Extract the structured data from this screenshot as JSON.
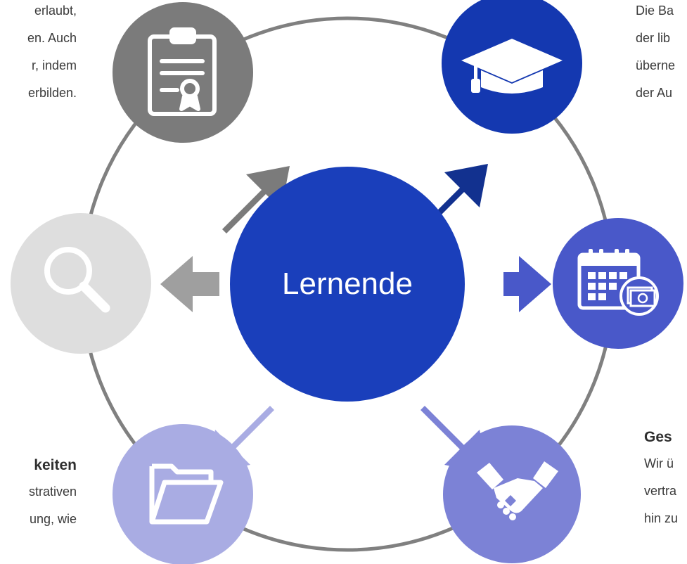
{
  "center": {
    "label": "Lernende",
    "color": "#1a3fbb"
  },
  "ring_color": "#808080",
  "nodes": [
    {
      "id": "certificate",
      "icon": "certificate-icon",
      "color": "#7b7b7b",
      "arrow_color": "#7b7b7b"
    },
    {
      "id": "education",
      "icon": "graduation-cap-icon",
      "color": "#1438b0",
      "arrow_color": "#12318f"
    },
    {
      "id": "payroll",
      "icon": "calendar-money-icon",
      "color": "#4958c9",
      "arrow_color": "#4958c9"
    },
    {
      "id": "partnership",
      "icon": "handshake-icon",
      "color": "#7c82d6",
      "arrow_color": "#7c82d6"
    },
    {
      "id": "administration",
      "icon": "folder-icon",
      "color": "#a9ace3",
      "arrow_color": "#a9ace3"
    },
    {
      "id": "search",
      "icon": "search-icon",
      "color": "#dedede",
      "arrow_color": "#9f9f9f"
    }
  ],
  "text_left_top": [
    "erlaubt,",
    "en. Auch",
    "r, indem",
    "erbilden."
  ],
  "text_right_top": [
    "Die Ba",
    "der lib",
    "überne",
    "der Au"
  ],
  "text_left_bottom": {
    "heading": "keiten",
    "lines": [
      "strativen",
      "ung, wie"
    ]
  },
  "text_right_bottom": {
    "heading": "Ges",
    "lines": [
      "Wir ü",
      "vertra",
      "hin zu"
    ]
  }
}
